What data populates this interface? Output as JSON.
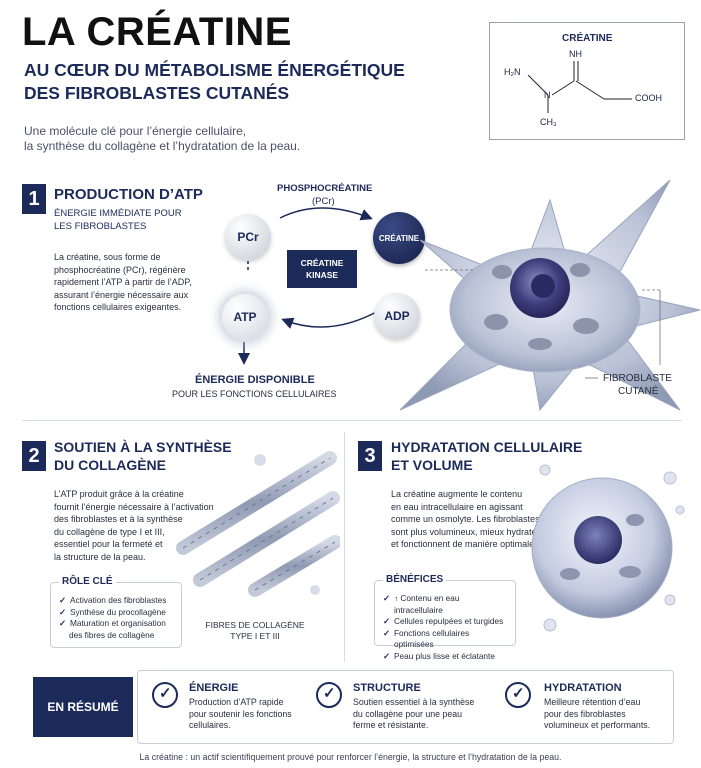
{
  "header": {
    "title": "LA CRÉATINE",
    "subtitle_line1": "AU CŒUR DU MÉTABOLISME ÉNERGÉTIQUE",
    "subtitle_line2": "DES FIBROBLASTES CUTANÉS",
    "intro_line1": "Une molécule clé pour l’énergie cellulaire,",
    "intro_line2": "la synthèse du collagène et l’hydratation de la peau."
  },
  "molecule": {
    "label": "CRÉATINE",
    "nh": "NH",
    "h2n": "H₂N",
    "n": "N",
    "ch3": "CH₃",
    "cooh": "COOH"
  },
  "section1": {
    "number": "1",
    "title": "PRODUCTION D’ATP",
    "subtitle_line1": "ÉNERGIE IMMÉDIATE POUR",
    "subtitle_line2": "LES FIBROBLASTES",
    "text": [
      "La créatine, sous forme de",
      "phosphocréatine (PCr), régénère",
      "rapidement l’ATP à partir de l’ADP,",
      "assurant l’énergie nécessaire aux",
      "fonctions cellulaires exigeantes."
    ],
    "cycle": {
      "top_label_line1": "PHOSPHOCRÉATINE",
      "top_label_line2": "(PCr)",
      "pcr": "PCr",
      "creatine": "CRÉATINE",
      "enzyme_line1": "CRÉATINE",
      "enzyme_line2": "KINASE",
      "atp": "ATP",
      "adp": "ADP",
      "energy_line1": "ÉNERGIE DISPONIBLE",
      "energy_line2": "POUR LES FONCTIONS CELLULAIRES"
    },
    "cell_label_line1": "FIBROBLASTE",
    "cell_label_line2": "CUTANÉ"
  },
  "section2": {
    "number": "2",
    "title_line1": "SOUTIEN À LA SYNTHÈSE",
    "title_line2": "DU COLLAGÈNE",
    "text": [
      "L’ATP produit grâce à la créatine",
      "fournit l’énergie nécessaire à l’activation",
      "des fibroblastes et à la synthèse",
      "du collagène de type I et III,",
      "essentiel pour la fermeté et",
      "la structure de la peau."
    ],
    "role_title": "RÔLE CLÉ",
    "role_items": [
      "Activation des fibroblastes",
      "Synthèse du procollagène",
      "Maturation et organisation",
      "des fibres de collagène"
    ],
    "fibers_caption_line1": "FIBRES DE COLLAGÈNE",
    "fibers_caption_line2": "TYPE I ET III"
  },
  "section3": {
    "number": "3",
    "title_line1": "HYDRATATION CELLULAIRE",
    "title_line2": "ET VOLUME",
    "text": [
      "La créatine augmente le contenu",
      "en eau intracellulaire en agissant",
      "comme un osmolyte. Les fibroblastes",
      "sont plus volumineux, mieux hydratés",
      "et fonctionnent de manière optimale."
    ],
    "benefits_title": "BÉNÉFICES",
    "benefits": [
      "↑ Contenu en eau intracellulaire",
      "Cellules repulpées et turgides",
      "Fonctions cellulaires optimisées",
      "Peau plus lisse et éclatante"
    ]
  },
  "summary": {
    "label": "EN RÉSUMÉ",
    "cols": [
      {
        "title": "ÉNERGIE",
        "text": [
          "Production d’ATP rapide",
          "pour soutenir les fonctions",
          "cellulaires."
        ]
      },
      {
        "title": "STRUCTURE",
        "text": [
          "Soutien essentiel à la synthèse",
          "du collagène pour une peau",
          "ferme et résistante."
        ]
      },
      {
        "title": "HYDRATATION",
        "text": [
          "Meilleure rétention d’eau",
          "pour des fibroblastes",
          "volumineux et performants."
        ]
      }
    ]
  },
  "footer": "La créatine : un actif scientifiquement prouvé pour renforcer l’énergie, la structure et l’hydratation de la peau."
}
